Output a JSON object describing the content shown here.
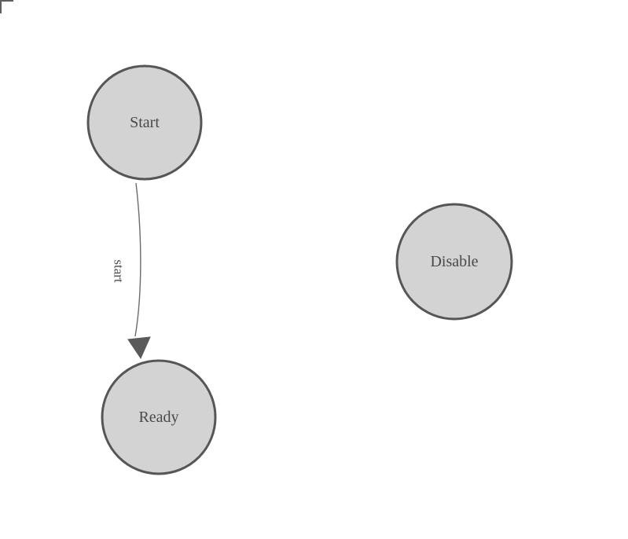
{
  "diagram": {
    "kind": "state-machine-diagram",
    "nodes": [
      {
        "id": "start",
        "label": "Start"
      },
      {
        "id": "ready",
        "label": "Ready"
      },
      {
        "id": "disable",
        "label": "Disable"
      }
    ],
    "edges": [
      {
        "from": "Start",
        "to": "Ready",
        "label": "start",
        "label_rotation_deg": 90
      }
    ],
    "colors": {
      "background": "#ffffff",
      "node_fill": "#d3d3d3",
      "node_stroke": "#565656",
      "node_text": "#4a4a4a",
      "edge_stroke": "#6b6b6b",
      "arrowhead_fill": "#5a5a5a",
      "edge_text": "#4a4a4a",
      "corner_mark": "#5f5f5f"
    }
  }
}
